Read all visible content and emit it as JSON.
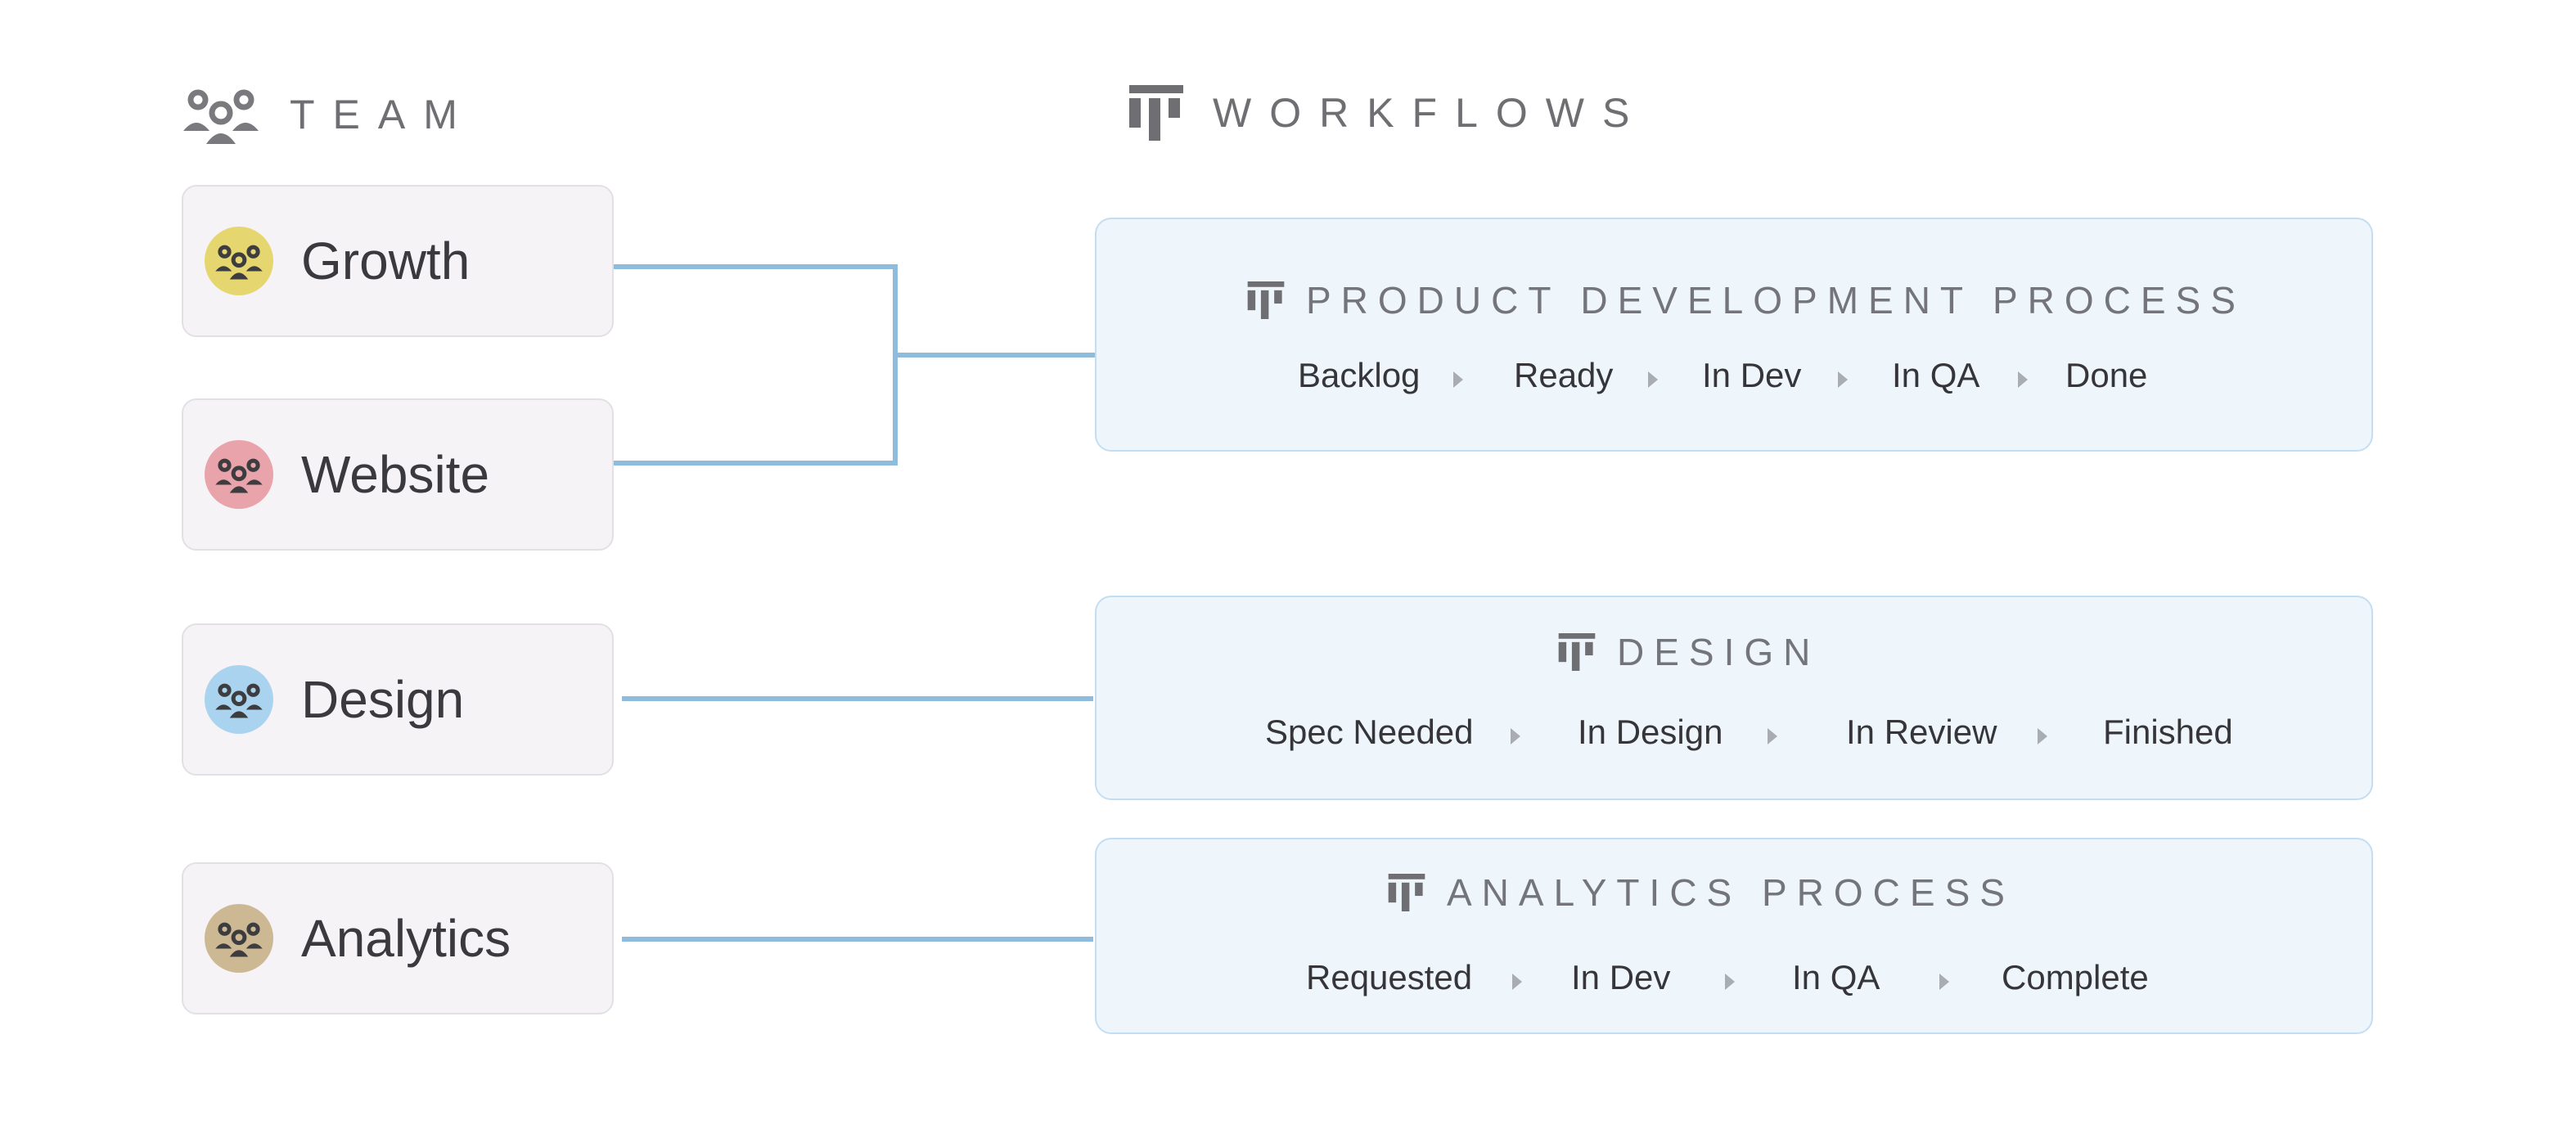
{
  "team": {
    "title": "TEAM",
    "items": [
      {
        "name": "Growth",
        "color": "#e6d66f"
      },
      {
        "name": "Website",
        "color": "#e9a3ab"
      },
      {
        "name": "Design",
        "color": "#a9d3ef"
      },
      {
        "name": "Analytics",
        "color": "#ccb994"
      }
    ]
  },
  "workflows": {
    "title": "WORKFLOWS",
    "items": [
      {
        "title": "PRODUCT DEVELOPMENT PROCESS",
        "stages": [
          "Backlog",
          "Ready",
          "In Dev",
          "In QA",
          "Done"
        ]
      },
      {
        "title": "DESIGN",
        "stages": [
          "Spec Needed",
          "In Design",
          "In Review",
          "Finished"
        ]
      },
      {
        "title": "ANALYTICS PROCESS",
        "stages": [
          "Requested",
          "In Dev",
          "In QA",
          "Complete"
        ]
      }
    ]
  },
  "colors": {
    "connector": "#8fbcdc",
    "workflow_bg": "#eef6fc",
    "card_bg": "#f5f3f6"
  }
}
